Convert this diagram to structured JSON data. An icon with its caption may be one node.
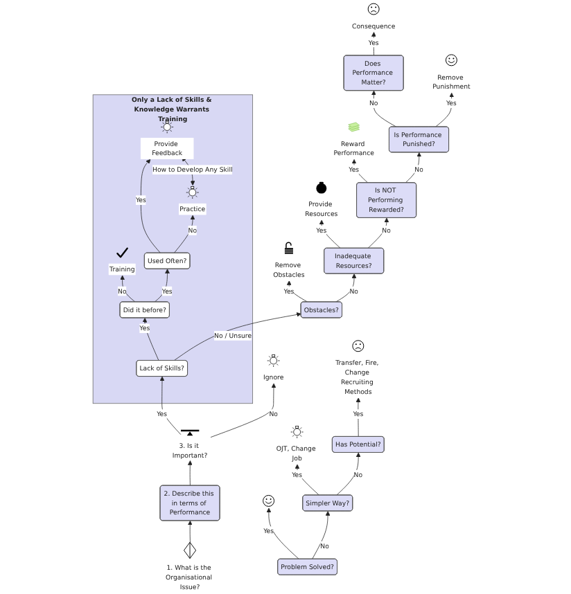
{
  "diagram": {
    "nodes": [
      {
        "text": [
          "1. What is the Organisational Issue?"
        ]
      },
      {
        "text": [
          "2. Describe this in terms of Performance"
        ]
      },
      {
        "text": [
          "3. Is it Important?"
        ]
      },
      {
        "text": [
          "Ignore"
        ]
      },
      {
        "text": [
          "Does Performance Matter?"
        ]
      },
      {
        "text": [
          "Consequence"
        ]
      },
      {
        "text": [
          "Is Performance Punished?"
        ]
      },
      {
        "text": [
          "Remove Punishment"
        ]
      },
      {
        "text": [
          "Is NOT Performing Rewarded?"
        ]
      },
      {
        "text": [
          "Reward Performance"
        ]
      },
      {
        "text": [
          "Inadequate Resources?"
        ]
      },
      {
        "text": [
          "Provide Resources"
        ]
      },
      {
        "text": [
          "Obstacles?"
        ]
      },
      {
        "text": [
          "Remove Obstacles"
        ]
      },
      {
        "text": [
          "Only a Lack of Skills & Knowledge Warrants Training"
        ]
      },
      {
        "text": [
          "Lack of Skills?"
        ],
        "in": 14
      },
      {
        "text": [
          "Did it before?"
        ],
        "in": 14
      },
      {
        "text": [
          "Training"
        ],
        "in": 14
      },
      {
        "text": [
          "Used Often?"
        ],
        "in": 14
      },
      {
        "text": [
          "Practice"
        ],
        "in": 14
      },
      {
        "text": [
          "Provide Feedback"
        ],
        "in": 14
      },
      {
        "text": [
          "Problem Solved?"
        ]
      },
      {
        "text": [],
        "shape": "picture"
      },
      {
        "text": [
          "Simpler Way?"
        ]
      },
      {
        "text": [
          "OJT, Change Job"
        ]
      },
      {
        "text": [
          "Has Potential?"
        ]
      },
      {
        "text": [
          "Transfer, Fire, Change Recruiting Methods"
        ]
      }
    ],
    "edges": [
      {
        "from": 0,
        "to": 1,
        "arrow": "to"
      },
      {
        "from": 1,
        "to": 2,
        "arrow": "to"
      },
      {
        "from": 2,
        "to": 15,
        "arrow": "to",
        "label": "Yes"
      },
      {
        "from": 2,
        "to": 3,
        "arrow": "to",
        "label": "No"
      },
      {
        "from": 15,
        "to": 12,
        "arrow": "to",
        "label": "No / Unsure"
      },
      {
        "from": 12,
        "to": 13,
        "arrow": "to",
        "label": "Yes"
      },
      {
        "from": 12,
        "to": 10,
        "arrow": "to",
        "label": "No"
      },
      {
        "from": 10,
        "to": 11,
        "arrow": "to",
        "label": "Yes"
      },
      {
        "from": 10,
        "to": 8,
        "arrow": "to",
        "label": "No"
      },
      {
        "from": 8,
        "to": 9,
        "arrow": "to",
        "label": "Yes"
      },
      {
        "from": 8,
        "to": 6,
        "arrow": "to",
        "label": "No"
      },
      {
        "from": 6,
        "to": 7,
        "arrow": "to",
        "label": "Yes"
      },
      {
        "from": 6,
        "to": 4,
        "arrow": "to",
        "label": "No"
      },
      {
        "from": 4,
        "to": 5,
        "arrow": "to",
        "label": "Yes"
      },
      {
        "from": 15,
        "to": 16,
        "arrow": "to",
        "label": "Yes"
      },
      {
        "from": 16,
        "to": 17,
        "arrow": "to",
        "label": "No"
      },
      {
        "from": 16,
        "to": 18,
        "arrow": "to",
        "label": "Yes"
      },
      {
        "from": 18,
        "to": 19,
        "arrow": "to",
        "label": "No"
      },
      {
        "from": 18,
        "to": 20,
        "arrow": "to",
        "label": "Yes"
      },
      {
        "from": 19,
        "to": 20,
        "arrow": "both",
        "label": "How to Develop Any Skill"
      },
      {
        "from": 21,
        "to": 22,
        "arrow": "to",
        "label": "Yes"
      },
      {
        "from": 21,
        "to": 23,
        "arrow": "to",
        "label": "No"
      },
      {
        "from": 23,
        "to": 24,
        "arrow": "to",
        "label": "Yes"
      },
      {
        "from": 23,
        "to": 25,
        "arrow": "to",
        "label": "No"
      },
      {
        "from": 25,
        "to": 26,
        "arrow": "to",
        "label": "Yes"
      }
    ]
  }
}
